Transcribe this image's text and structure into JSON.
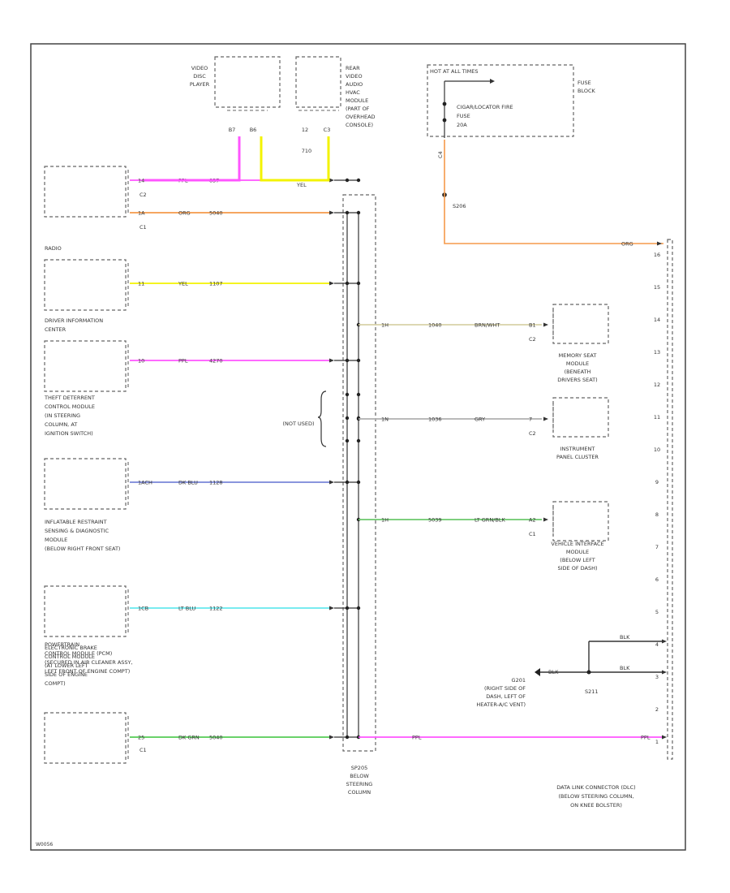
{
  "figure_code": "W0056",
  "colors": {
    "PPL": "#ff55ff",
    "YEL": "#f3f300",
    "ORG": "#f59a4a",
    "TAN": "#d8d2a8",
    "GRY": "#b0b0b0",
    "DKBLU": "#7a86d8",
    "LTGRNBLK": "#6cc86c",
    "LTBLU": "#66e8ee",
    "DKGRN": "#55cc55",
    "BLK": "#333333"
  },
  "top": {
    "video_player": {
      "label": [
        "VIDEO",
        "DISC",
        "PLAYER"
      ],
      "pins": [
        "B7",
        "B6"
      ]
    },
    "rear_video": {
      "label": [
        "REAR",
        "VIDEO",
        "AUDIO",
        "HVAC",
        "MODULE",
        "(PART OF",
        "OVERHEAD",
        "CONSOLE)"
      ],
      "pin": "12",
      "conn": "C3",
      "wire_code": "710"
    },
    "fuse_block": {
      "hot": "HOT AT ALL TIMES",
      "fuse": [
        "CIGAR/LOCATOR FIRE",
        "FUSE",
        "20A"
      ],
      "label": [
        "FUSE",
        "BLOCK"
      ],
      "conn": "C4",
      "splice": "S206"
    }
  },
  "left_modules": [
    {
      "name": "unknown-top",
      "label": [],
      "conn_top": "C2",
      "conn_bottom": "C1",
      "wires": [
        {
          "pin": "14",
          "color_key": "PPL",
          "color": "PPL",
          "circuit": "837"
        },
        {
          "pin": "1A",
          "color_key": "ORG",
          "color": "ORG",
          "circuit": "5040"
        }
      ]
    },
    {
      "name": "radio",
      "label": [
        "RADIO"
      ],
      "wires": [
        {
          "pin": "11",
          "color_key": "YEL",
          "color": "YEL",
          "circuit": "1107"
        }
      ]
    },
    {
      "name": "driver-information-center",
      "label": [
        "DRIVER INFORMATION",
        "CENTER"
      ],
      "wires": [
        {
          "pin": "10",
          "color_key": "PPL",
          "color": "PPL",
          "circuit": "4270"
        }
      ]
    },
    {
      "name": "theft-deterrent-module",
      "label": [
        "THEFT DETERRENT",
        "CONTROL MODULE",
        "(IN STEERING",
        "COLUMN, AT",
        "IGNITION SWITCH)"
      ],
      "wires": [
        {
          "pin": "1ACH",
          "color_key": "DKBLU",
          "color": "DK BLU",
          "circuit": "1128"
        }
      ]
    },
    {
      "name": "inflatable-restraint-module",
      "label": [
        "INFLATABLE RESTRAINT",
        "SENSING & DIAGNOSTIC",
        "MODULE",
        "(BELOW RIGHT FRONT SEAT)"
      ],
      "wires": [
        {
          "pin": "1CB",
          "color_key": "LTBLU",
          "color": "LT BLU",
          "circuit": "1122"
        }
      ]
    },
    {
      "name": "electronic-brake-module",
      "label": [
        "ELECTRONIC BRAKE",
        "CONTROL MODULE",
        "(AT LOWER LEFT",
        "SIDE OF ENGINE",
        "COMPT)"
      ],
      "wires": []
    },
    {
      "name": "powertrain-control-module",
      "label": [
        "POWERTRAIN",
        "CONTROL MODULE (PCM)",
        "(SECURED IN AIR CLEANER ASSY,",
        "LEFT FRONT OF ENGINE COMPT)"
      ],
      "conn": "C1",
      "wires": [
        {
          "pin": "25",
          "color_key": "DKGRN",
          "color": "DK GRN",
          "circuit": "5040"
        }
      ]
    }
  ],
  "splice_block": {
    "label": [
      "SP205",
      "BELOW",
      "STEERING",
      "COLUMN"
    ],
    "not_used": "(NOT USED)"
  },
  "right_modules": [
    {
      "name": "memory-seat-module",
      "label": [
        "MEMORY SEAT",
        "MODULE",
        "(BENEATH",
        "DRIVERS SEAT)"
      ],
      "conn": "C2",
      "wire": {
        "pin": "1H",
        "color_key": "TAN",
        "circuit": "1040",
        "color": "BRN/WHT",
        "mod_pin": "B1"
      }
    },
    {
      "name": "instrument-panel-cluster",
      "label": [
        "INSTRUMENT",
        "PANEL CLUSTER"
      ],
      "conn": "C2",
      "wire": {
        "pin": "1N",
        "color_key": "GRY",
        "circuit": "1036",
        "color": "GRY",
        "mod_pin": "7"
      }
    },
    {
      "name": "vehicle-interface-module",
      "label": [
        "VEHICLE INTERFACE",
        "MODULE",
        "(BELOW LEFT",
        "SIDE OF DASH)"
      ],
      "conn": "C1",
      "wire": {
        "pin": "1H",
        "color_key": "LTGRNBLK",
        "circuit": "5039",
        "color": "LT GRN/BLK",
        "mod_pin": "A2"
      }
    }
  ],
  "ground": {
    "g201": [
      "G201",
      "(RIGHT SIDE OF",
      "DASH, LEFT OF",
      "HEATER-A/C VENT)"
    ],
    "s211": "S211",
    "wire_color": "BLK"
  },
  "dlc": {
    "label": [
      "DATA LINK CONNECTOR (DLC)",
      "(BELOW STEERING COLUMN,",
      "ON KNEE BOLSTER)"
    ],
    "pins": [
      "16",
      "15",
      "14",
      "13",
      "12",
      "11",
      "10",
      "9",
      "8",
      "7",
      "6",
      "5",
      "4",
      "3",
      "2",
      "1"
    ],
    "fuse_wire_color": "ORG",
    "ppl_wire_color": "PPL"
  }
}
